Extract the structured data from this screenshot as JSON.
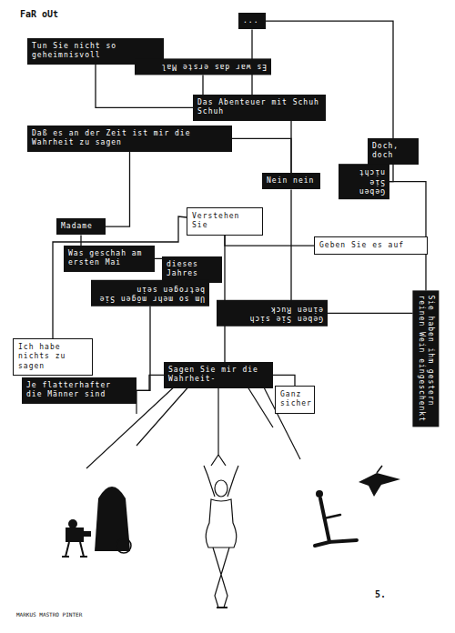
{
  "diagram": {
    "title": "FaR oUt",
    "nodes": [
      {
        "text": [
          "..."
        ]
      },
      {
        "text": [
          "Tun Sie nicht so geheimnisvoll"
        ]
      },
      {
        "text": [
          "Es war das erste Mal"
        ]
      },
      {
        "text": [
          "Das Abenteuer mit Schuh Schuh"
        ]
      },
      {
        "text": [
          "Daß es an der Zeit ist mir die Wahrheit zu sagen"
        ]
      },
      {
        "text": [
          "Doch, doch"
        ]
      },
      {
        "text": [
          "Geben Sie nicht"
        ]
      },
      {
        "text": [
          "Nein nein"
        ]
      },
      {
        "text": [
          "Verstehen Sie"
        ]
      },
      {
        "text": [
          "Madame"
        ]
      },
      {
        "text": [
          "Geben Sie es auf"
        ]
      },
      {
        "text": [
          "Was geschah am ersten Mai"
        ]
      },
      {
        "text": [
          "dieses Jahres"
        ]
      },
      {
        "text": [
          "Um so mehr mögen Sie betrogen sein"
        ]
      },
      {
        "text": [
          "Geben Sie sich einen Ruck"
        ]
      },
      {
        "text": [
          "Sie haben ihm gestern reinen Wein eingeschenkt"
        ]
      },
      {
        "text": [
          "Ich habe nichts zu sagen"
        ]
      },
      {
        "text": [
          "Sagen Sie mir die Wahrheit-"
        ]
      },
      {
        "text": [
          "Je flatterhafter die Männer sind"
        ]
      },
      {
        "text": [
          "Ganz sicher"
        ]
      }
    ],
    "edges": [
      {
        "from": 0,
        "to": 3,
        "arrow": "none"
      },
      {
        "from": 0,
        "to": 5,
        "arrow": "none"
      },
      {
        "from": 1,
        "to": 3,
        "arrow": "none"
      },
      {
        "from": 2,
        "to": 3,
        "arrow": "none"
      },
      {
        "from": 3,
        "to": 7,
        "arrow": "none"
      },
      {
        "from": 4,
        "to": 7,
        "arrow": "none"
      },
      {
        "from": 4,
        "to": 9,
        "arrow": "none"
      },
      {
        "from": 5,
        "to": 6,
        "arrow": "none"
      },
      {
        "from": 7,
        "to": 14,
        "arrow": "none"
      },
      {
        "from": 8,
        "to": 16,
        "arrow": "none"
      },
      {
        "from": 8,
        "to": 10,
        "arrow": "none"
      },
      {
        "from": 9,
        "to": 11,
        "arrow": "none"
      },
      {
        "from": 11,
        "to": 12,
        "arrow": "none"
      },
      {
        "from": 13,
        "to": 18,
        "arrow": "none"
      },
      {
        "from": 14,
        "to": 15,
        "arrow": "none"
      },
      {
        "from": 6,
        "to": 15,
        "arrow": "none"
      },
      {
        "from": 18,
        "to": 17,
        "arrow": "none"
      },
      {
        "from": 17,
        "to": 19,
        "arrow": "none"
      },
      {
        "from": 8,
        "to": 17,
        "arrow": "none"
      }
    ],
    "labels": [
      "MARKUS MASTRO PINTER",
      "5."
    ]
  }
}
